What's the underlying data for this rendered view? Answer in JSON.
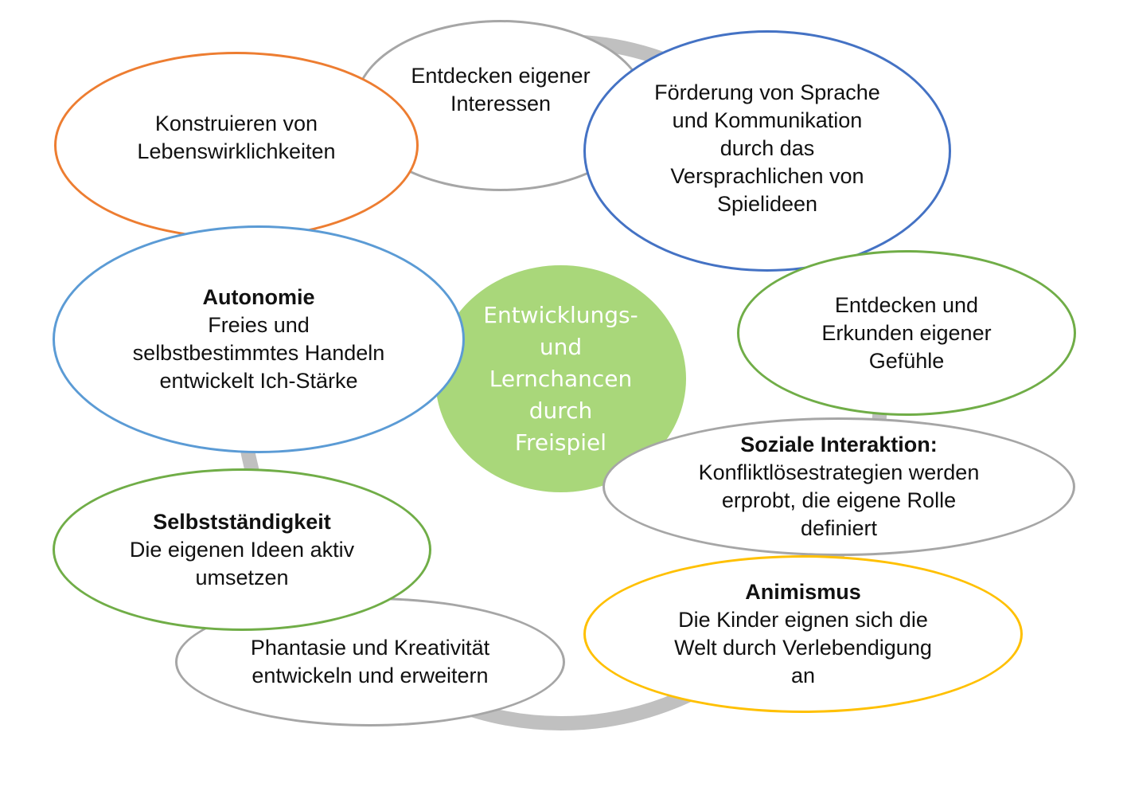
{
  "center": {
    "label": "Entwicklungs-\nund\nLernchancen\ndurch\nFreispiel",
    "color": "#a9d77a"
  },
  "ring_color": "#c0c0c0",
  "bubbles": {
    "interessen": {
      "text": "Entdecken eigener\nInteressen",
      "border": "#a6a6a6"
    },
    "lebenswirklichkeiten": {
      "text": "Konstruieren von\nLebenswirklichkeiten",
      "border": "#ed7d31"
    },
    "sprache": {
      "text": "Förderung von Sprache\nund Kommunikation\ndurch das\nVersprachlichen von\nSpielideen",
      "border": "#4472c4"
    },
    "autonomie": {
      "title": "Autonomie",
      "text": "Freies und\nselbstbestimmtes Handeln\nentwickelt Ich-Stärke",
      "border": "#5b9bd5"
    },
    "gefuehle": {
      "text": "Entdecken und\nErkunden eigener\nGefühle",
      "border": "#70ad47"
    },
    "soziale": {
      "title": "Soziale Interaktion:",
      "text": "Konfliktlösestrategien werden\nerprobt, die eigene Rolle\ndefiniert",
      "border": "#a6a6a6"
    },
    "selbststaendigkeit": {
      "title": "Selbstständigkeit",
      "text": "Die eigenen Ideen aktiv\numsetzen",
      "border": "#70ad47"
    },
    "animismus": {
      "title": "Animismus",
      "text": "Die Kinder eignen sich die\nWelt durch Verlebendigung\nan",
      "border": "#ffc000"
    },
    "phantasie": {
      "text": "Phantasie und Kreativität\nentwickeln und erweitern",
      "border": "#a6a6a6"
    }
  }
}
